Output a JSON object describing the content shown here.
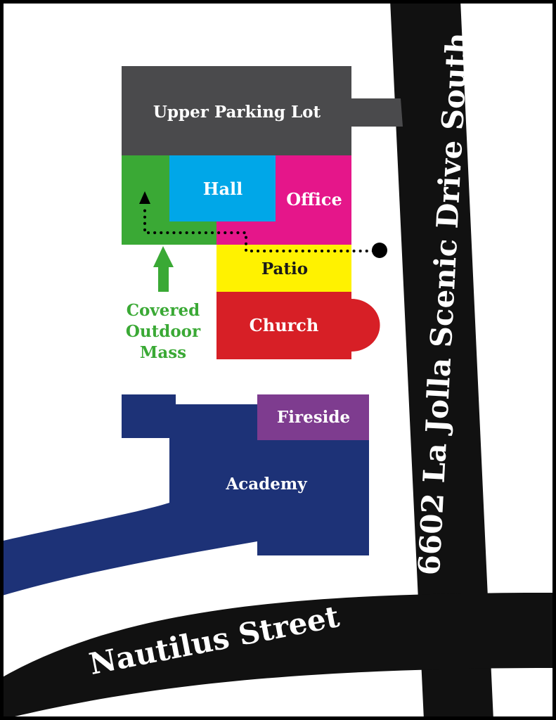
{
  "title": "",
  "colors": {
    "road": "#111111",
    "parking": "#4a4a4c",
    "covered_mass": "#3aa935",
    "hall": "#00a7e8",
    "office": "#e5168a",
    "patio": "#fff200",
    "church": "#d71f26",
    "academy": "#1d3277",
    "fireside": "#7e3c8f",
    "border": "#000000",
    "label_light": "#ffffff",
    "label_dark": "#1a1a1a",
    "label_green": "#3aa935"
  },
  "buildings": {
    "upper_parking": "Upper Parking Lot",
    "hall": "Hall",
    "office": "Office",
    "patio": "Patio",
    "church": "Church",
    "fireside": "Fireside",
    "academy": "Academy"
  },
  "covered_mass": {
    "line1": "Covered",
    "line2": "Outdoor",
    "line3": "Mass"
  },
  "streets": {
    "nautilus": "Nautilus Street",
    "la_jolla": "6602 La Jolla Scenic Drive South"
  },
  "icons": {
    "arrow": "up-arrow-icon",
    "path_start": "start-dot-icon",
    "path_end": "arrowhead-icon"
  }
}
